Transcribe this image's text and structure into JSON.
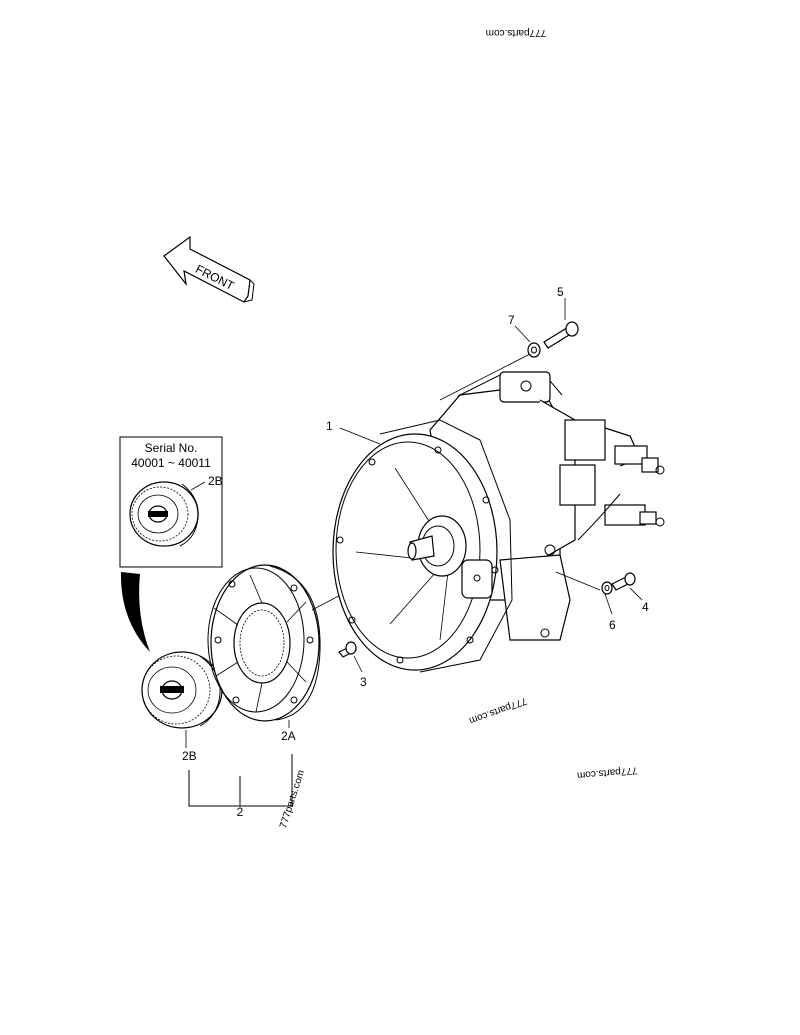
{
  "labels": {
    "item_1": "1",
    "item_2": "2",
    "item_2A": "2A",
    "item_2B_main": "2B",
    "item_2B_inset": "2B",
    "item_3": "3",
    "item_4": "4",
    "item_5": "5",
    "item_6": "6",
    "item_7": "7"
  },
  "front_arrow": {
    "text": "FRONT"
  },
  "inset": {
    "title": "Serial No.",
    "serial_range": "40001 ~ 40011"
  },
  "watermarks": {
    "top": "777parts.com",
    "middle": "777parts.com",
    "right": "777parts.com",
    "vertical": "777parts.com"
  },
  "colors": {
    "line": "#000000",
    "background": "#ffffff"
  }
}
